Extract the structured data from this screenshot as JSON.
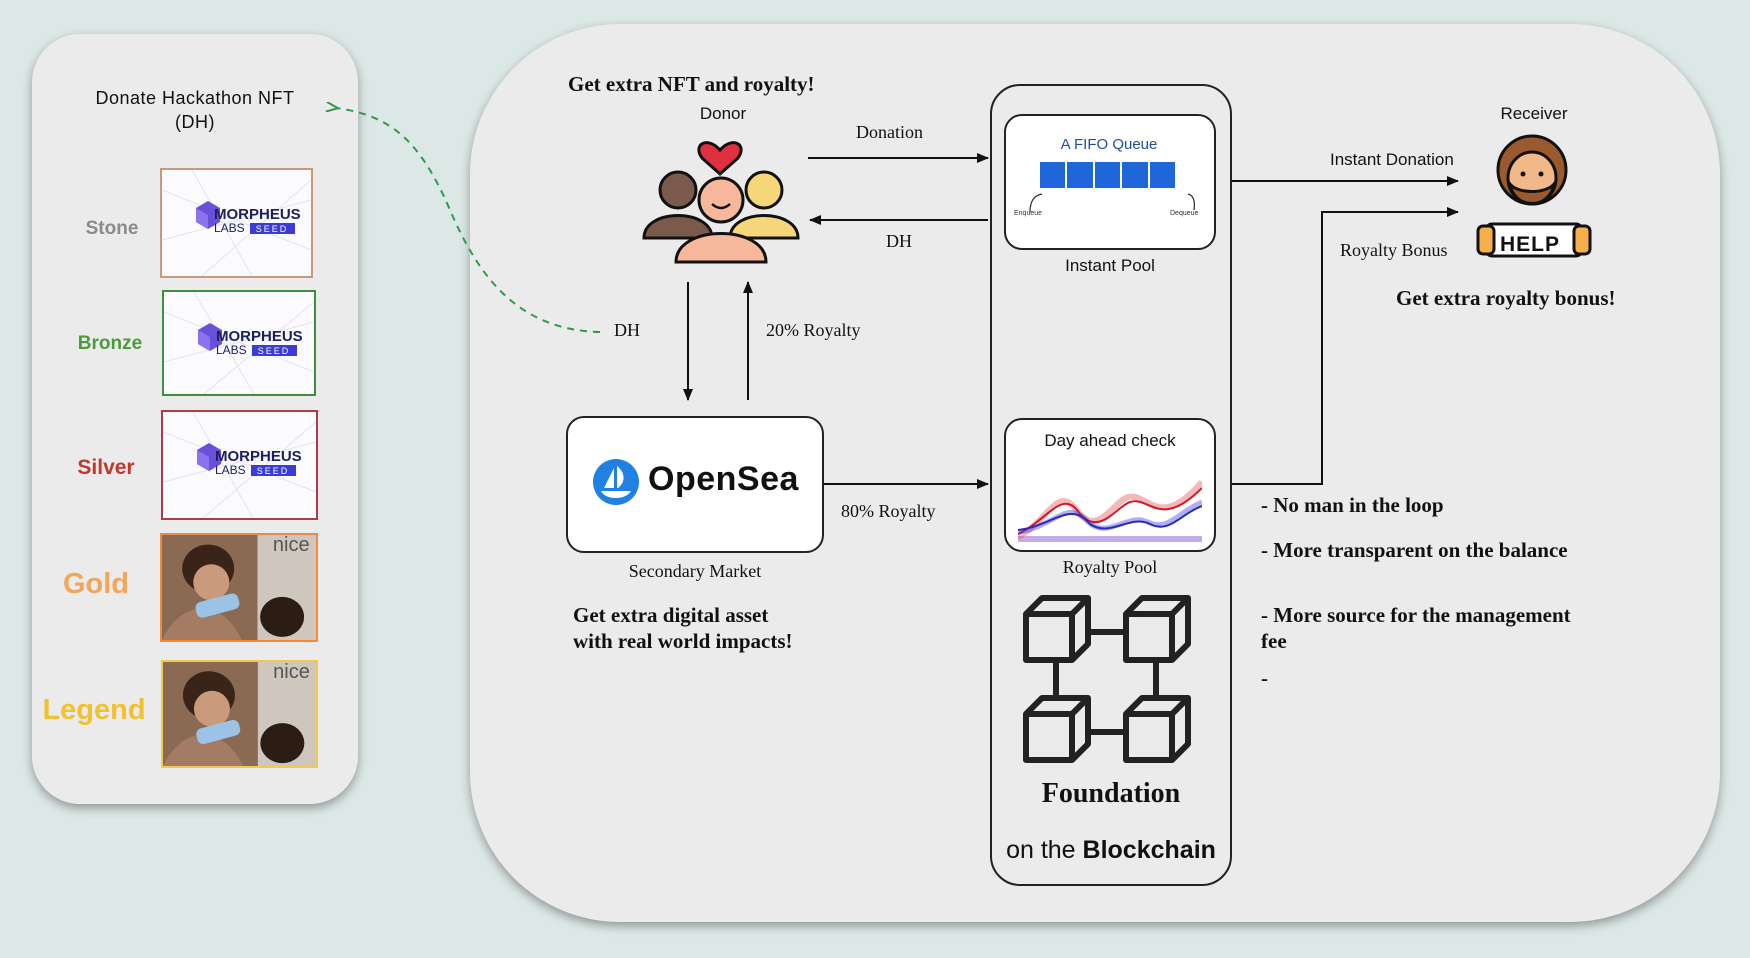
{
  "left_panel": {
    "title": "Donate Hackathon NFT\n(DH)",
    "tiers": [
      {
        "label": "Stone",
        "color": "#8a8a8a",
        "border": "#c89a7c",
        "image": "morpheus-labs-seed-logo"
      },
      {
        "label": "Bronze",
        "color": "#4f9a3a",
        "border": "#3f8f3f",
        "image": "morpheus-labs-seed-logo"
      },
      {
        "label": "Silver",
        "color": "#c0392b",
        "border": "#b03a48",
        "image": "morpheus-labs-seed-logo"
      },
      {
        "label": "Gold",
        "color": "#f2a65a",
        "border": "#f08a3c",
        "image": "child-drinking-photo"
      },
      {
        "label": "Legend",
        "color": "#f2c12e",
        "border": "#f2c94c",
        "image": "child-drinking-photo"
      }
    ],
    "logo_text": {
      "line1": "MORPHEUS",
      "line2": "LABS",
      "badge": "SEED"
    },
    "photo_text": "nice"
  },
  "donor": {
    "heading": "Get extra NFT and royalty!",
    "label": "Donor",
    "icon": "donor-group-icon"
  },
  "arrows": {
    "donation": "Donation",
    "dh_back": "DH",
    "dh_left": "DH",
    "royalty_20": "20% Royalty",
    "royalty_80": "80% Royalty",
    "instant_donation": "Instant Donation",
    "royalty_bonus": "Royalty Bonus"
  },
  "instant_pool": {
    "queue_title": "A FIFO Queue",
    "enqueue": "Enqueue",
    "dequeue": "Dequeue",
    "label": "Instant Pool"
  },
  "royalty_pool": {
    "title": "Day ahead check",
    "label": "Royalty Pool"
  },
  "foundation": {
    "label": "Foundation",
    "subtitle_prefix": "on the ",
    "subtitle_bold": "Blockchain",
    "icon": "blockchain-icon"
  },
  "opensea": {
    "brand": "OpenSea",
    "label": "Secondary Market",
    "caption": "Get extra digital asset\nwith real world impacts!"
  },
  "receiver": {
    "label": "Receiver",
    "sign": "HELP",
    "caption": "Get extra royalty bonus!",
    "icon": "receiver-help-icon"
  },
  "bullets": [
    "- No man in the loop",
    "- More transparent on the balance",
    "- More source for the management fee",
    "-"
  ],
  "colors": {
    "background": "#dce8e6",
    "panel": "#ebebeb",
    "dashed_arrow": "#2e9b4a",
    "queue_blue": "#1f66d9",
    "opensea_blue": "#2081e2"
  }
}
